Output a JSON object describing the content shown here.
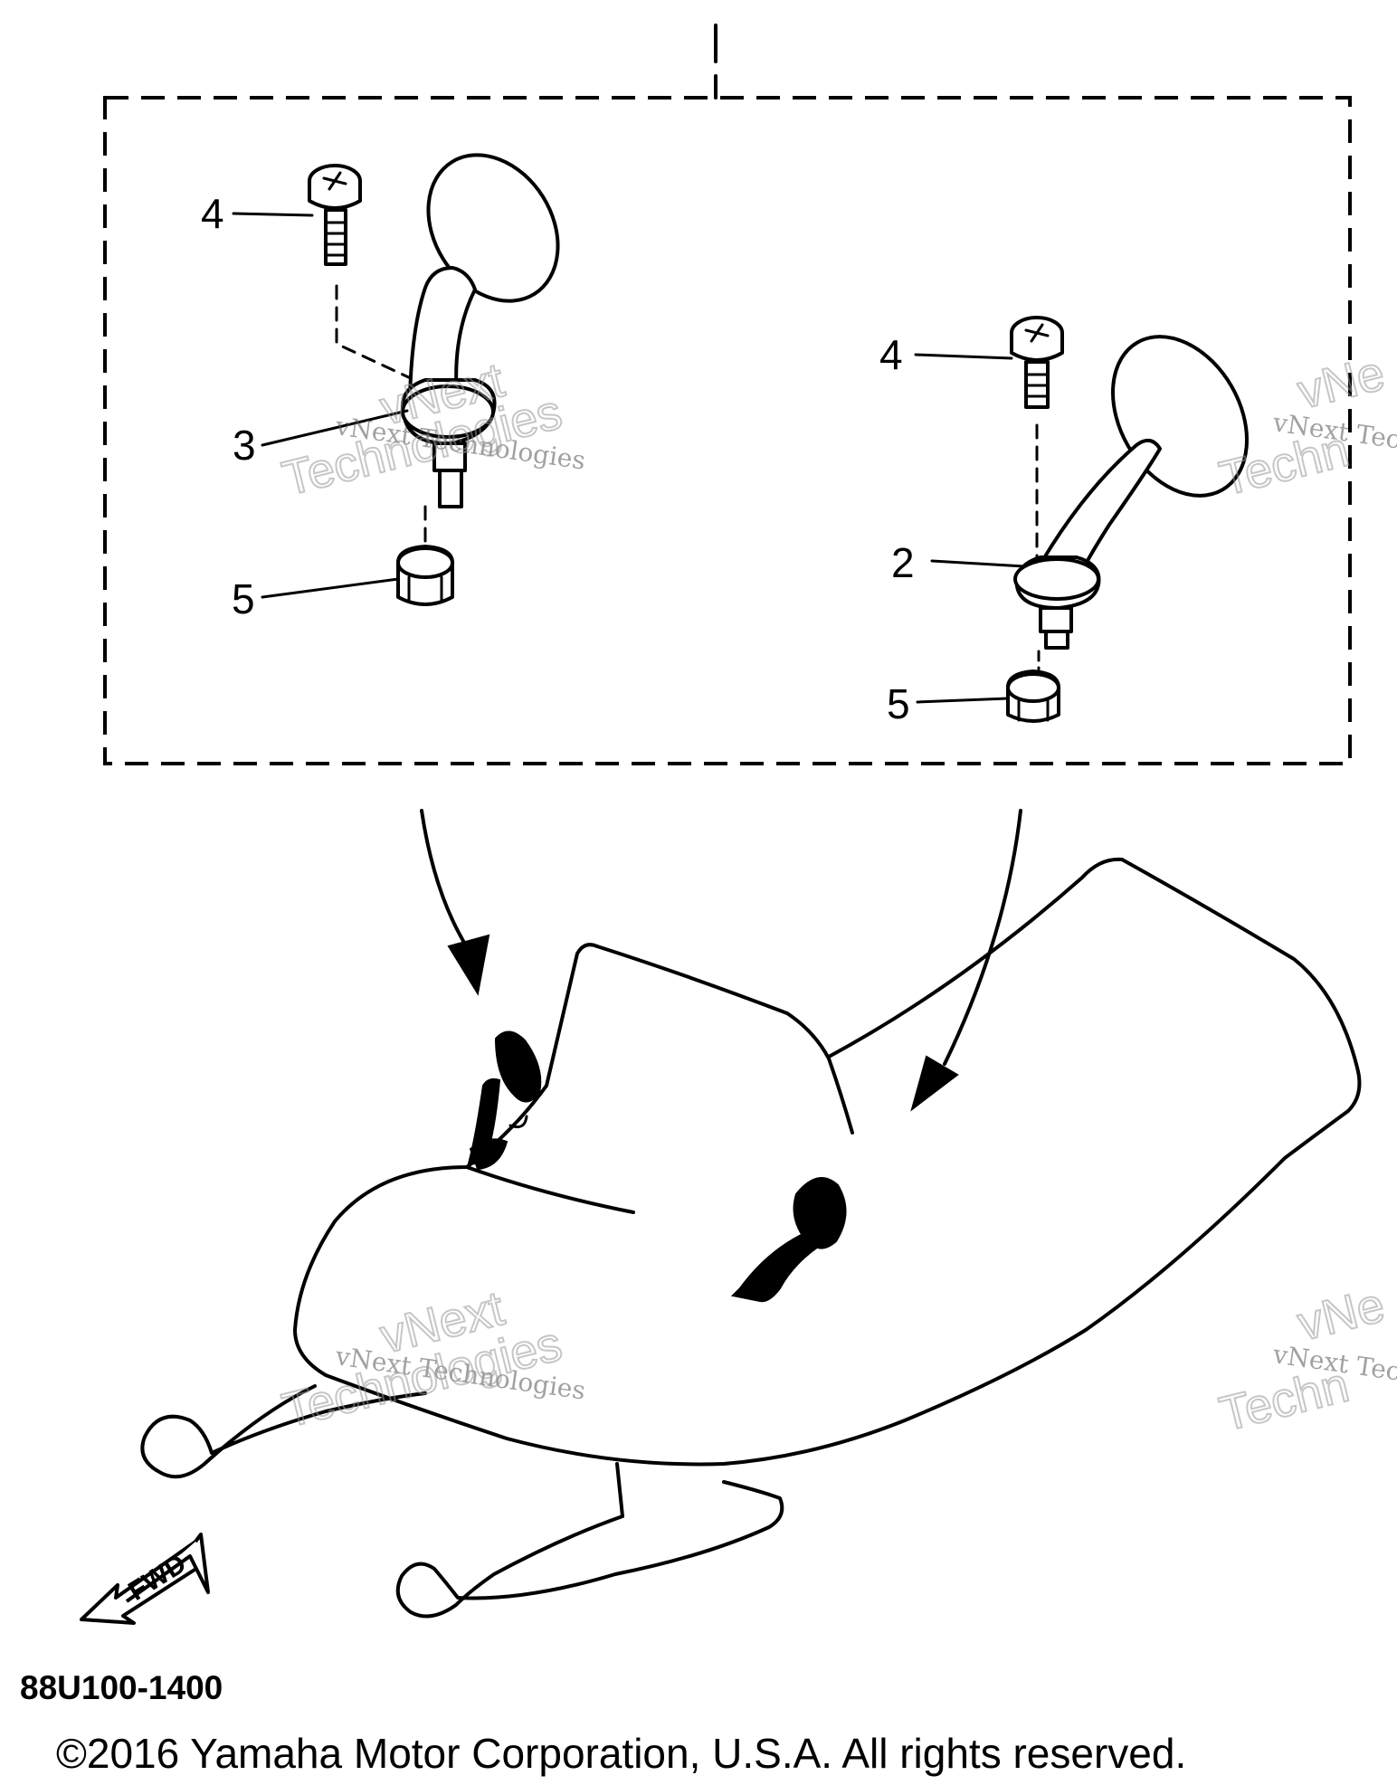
{
  "diagram": {
    "callouts": {
      "bolt_left": "4",
      "mirror_left": "3",
      "nut_left": "5",
      "bolt_right": "4",
      "mirror_right": "2",
      "nut_right": "5"
    },
    "direction_label": "FWD",
    "figure_code": "88U100-1400",
    "copyright": "©2016 Yamaha Motor Corporation, U.S.A. All rights reserved."
  },
  "watermark": {
    "line_small": "vNext Technologies",
    "line_big_top": "vNext",
    "line_big_bottom": "Technologies",
    "edge_small": "vNext Tec",
    "edge_big_top": "vNe",
    "edge_big_bottom": "Techn"
  }
}
